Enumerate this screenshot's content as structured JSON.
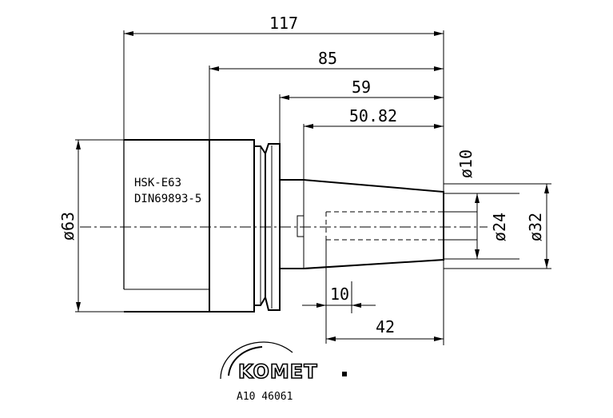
{
  "dimensions": {
    "overall_length": "117",
    "body_length": "85",
    "flange_to_end": "59",
    "shank_length": "50.82",
    "bore_depth": "10",
    "taper_length": "42",
    "flange_diameter": "ø63",
    "tip_diameter": "ø10",
    "inner_diameter": "ø24",
    "outer_diameter": "ø32"
  },
  "label": {
    "line1": "HSK-E63",
    "line2": "DIN69893-5"
  },
  "logo": {
    "brand": "KOMET"
  },
  "part_number": "A10 46061"
}
